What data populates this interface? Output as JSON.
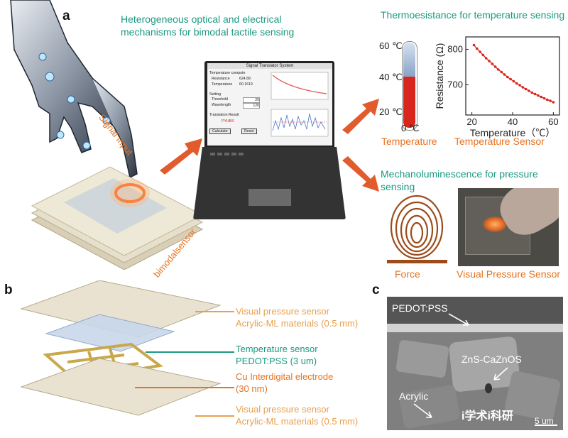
{
  "panels": {
    "a": "a",
    "b": "b",
    "c": "c"
  },
  "panel_a": {
    "heading": "Heterogeneous optical and electrical mechanisms for bimodal tactile sensing",
    "signal_input": "Signal Input",
    "sensor_label": "bimodalsensor",
    "thermo_title": "Thermoesistance for temperature sensing",
    "thermo_ticks": [
      "60 ℃",
      "40 ℃",
      "20 ℃",
      "0 ℃"
    ],
    "temperature_caption": "Temperature",
    "temperature_sensor_caption": "Temperature Sensor",
    "mechano_title": "Mechanoluminescence for pressure sensing",
    "force_caption": "Force",
    "visual_pressure_caption": "Visual Pressure Sensor",
    "software": {
      "window_title": "Signal Translator System",
      "temp_compute": "Temperature compute",
      "resistance_label": "Resistance",
      "resistance_value": "624.89",
      "temperature_label": "Temperature",
      "temperature_value": "60.1619",
      "setting": "Setting",
      "threshold_label": "Threshold",
      "threshold_value": "20",
      "wavelength_label": "Wavelength",
      "wavelength_value": "120",
      "translation_result": "Translation Result",
      "result_value": "PYHBS",
      "calculate_btn": "Calculate",
      "reset_btn": "Reset"
    }
  },
  "panel_b": {
    "layer1": "Visual pressure sensor",
    "layer1b": "Acrylic-ML materials (0.5 mm)",
    "layer2": "Temperature sensor",
    "layer2b": "PEDOT:PSS (3 um)",
    "layer3": "Cu Interdigital electrode",
    "layer3b": "(30 nm)",
    "layer4": "Visual pressure sensor",
    "layer4b": "Acrylic-ML materials (0.5 mm)"
  },
  "panel_c": {
    "pedot": "PEDOT:PSS",
    "zns": "ZnS-CaZnOS",
    "acrylic": "Acrylic",
    "scale": "5 um",
    "watermark": "i学术i科研"
  },
  "colors": {
    "teal": "#1a9a80",
    "orange": "#e8721e",
    "red": "#d9261c"
  },
  "chart_data": {
    "type": "line",
    "xlabel": "Temperature（℃）",
    "ylabel": "Resistance (Ω)",
    "xticks": [
      20,
      40,
      60
    ],
    "yticks": [
      700,
      800
    ],
    "xlim": [
      17,
      63
    ],
    "ylim": [
      615,
      835
    ],
    "x": [
      21,
      22.5,
      24,
      25.5,
      27,
      28.5,
      30,
      31.5,
      33,
      34.5,
      36,
      37.5,
      39,
      40.5,
      42,
      43.5,
      45,
      46.5,
      48,
      49.5,
      51,
      52.5,
      54,
      55.5,
      57,
      58.5,
      60
    ],
    "y": [
      812,
      802,
      793,
      784,
      775,
      767,
      759,
      751,
      743,
      736,
      729,
      722,
      716,
      710,
      704,
      699,
      693,
      688,
      683,
      678,
      674,
      670,
      666,
      662,
      658,
      655,
      651
    ]
  }
}
